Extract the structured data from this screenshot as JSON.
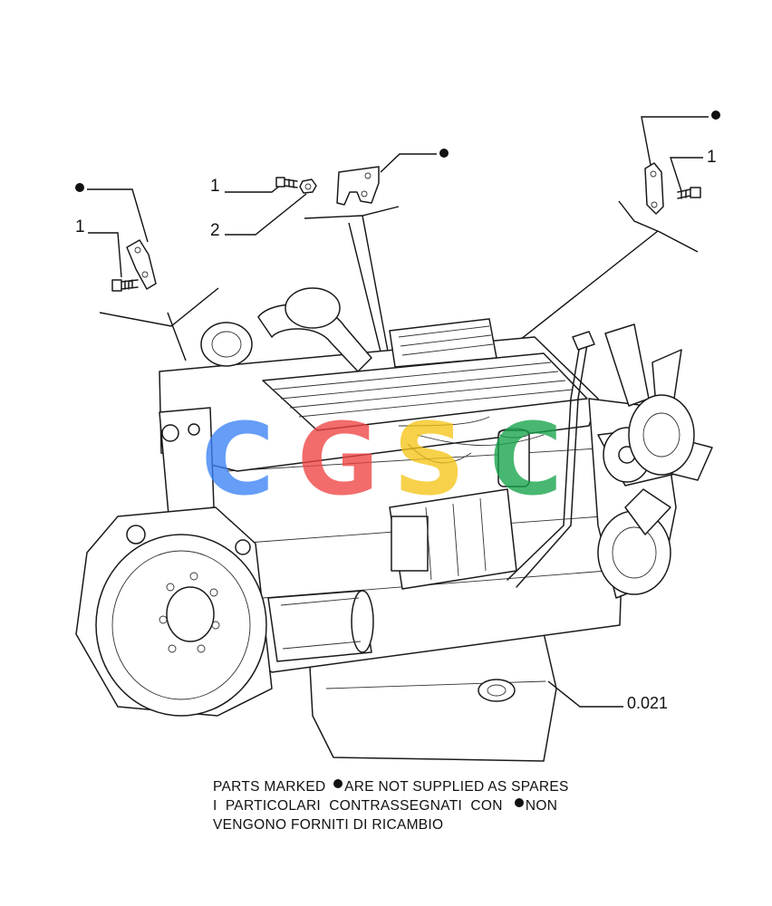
{
  "callouts": {
    "left_dot": "",
    "left_ref": "1",
    "center_ref1": "1",
    "center_ref2": "2",
    "right_ref": "1",
    "engine_ref": "0.021"
  },
  "watermark": {
    "letters": [
      "C",
      "G",
      "S",
      "C"
    ],
    "colors": [
      "#3b82f6",
      "#ef4444",
      "#f5c518",
      "#16a34a"
    ]
  },
  "notes": {
    "line1_a": "PARTS MARKED ",
    "line1_b": "ARE NOT SUPPLIED AS SPARES",
    "line2_a": "I  PARTICOLARI  CONTRASSEGNATI  CON  ",
    "line2_b": "NON",
    "line3": "VENGONO FORNITI DI RICAMBIO"
  }
}
